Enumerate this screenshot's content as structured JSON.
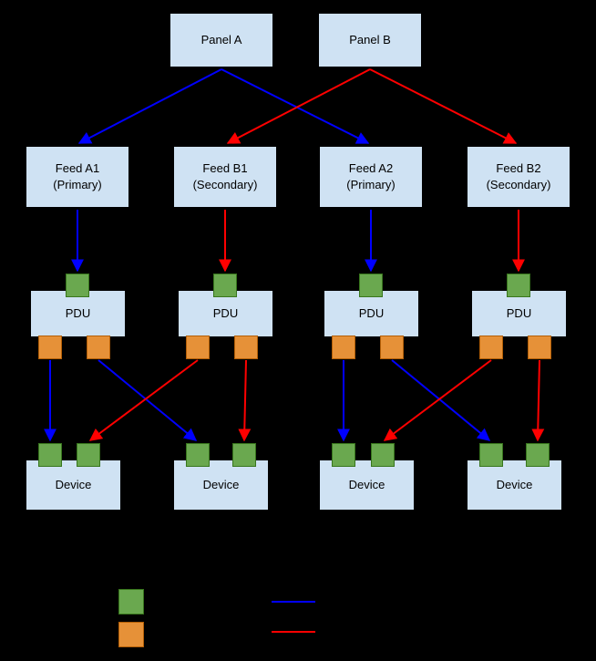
{
  "colors": {
    "background": "#000000",
    "box_fill": "#cfe2f3",
    "box_border": "#000000",
    "primary_line": "#0000ff",
    "secondary_line": "#ff0000",
    "input_port": "#6aa84f",
    "input_port_border": "#38761d",
    "output_port": "#e69138",
    "output_port_border": "#b45f06"
  },
  "diagram": {
    "panels": [
      {
        "label": "Panel A"
      },
      {
        "label": "Panel B"
      }
    ],
    "feeds": [
      {
        "name": "Feed A1",
        "role": "(Primary)"
      },
      {
        "name": "Feed B1",
        "role": "(Secondary)"
      },
      {
        "name": "Feed A2",
        "role": "(Primary)"
      },
      {
        "name": "Feed B2",
        "role": "(Secondary)"
      }
    ],
    "pdus": [
      {
        "label": "PDU"
      },
      {
        "label": "PDU"
      },
      {
        "label": "PDU"
      },
      {
        "label": "PDU"
      }
    ],
    "devices": [
      {
        "label": "Device"
      },
      {
        "label": "Device"
      },
      {
        "label": "Device"
      },
      {
        "label": "Device"
      }
    ]
  },
  "legend": {
    "swatches": [
      {
        "icon": "input-port-green-square"
      },
      {
        "icon": "output-port-orange-square"
      }
    ],
    "lines": [
      {
        "icon": "primary-blue-line"
      },
      {
        "icon": "secondary-red-line"
      }
    ]
  }
}
